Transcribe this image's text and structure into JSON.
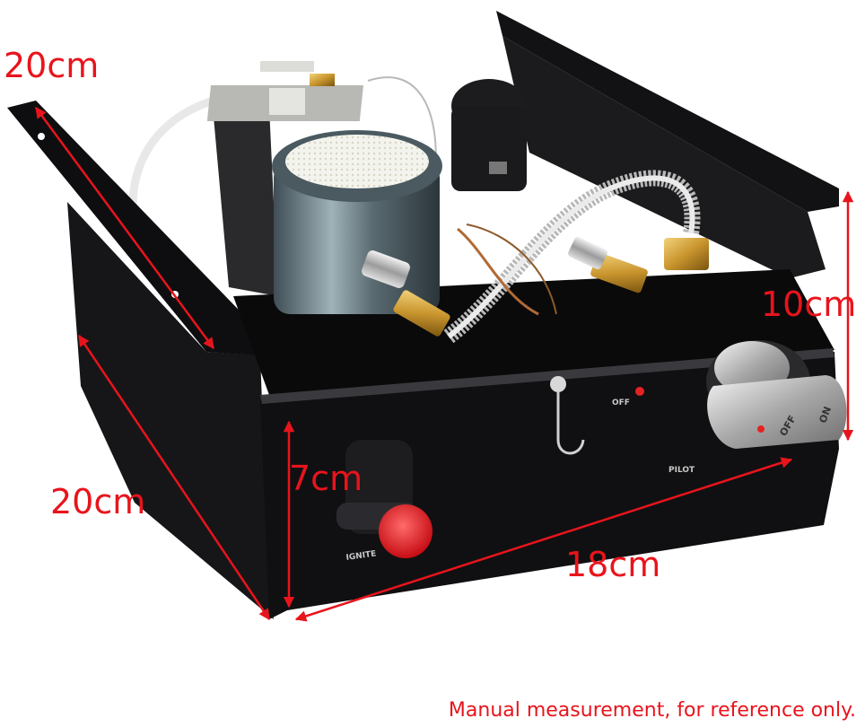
{
  "dimensions": {
    "top_left_depth": "20cm",
    "left_depth": "20cm",
    "width": "18cm",
    "height": "10cm",
    "panel_height": "7cm"
  },
  "panel_markings": {
    "valve_off": "OFF",
    "valve_on": "ON",
    "pilot": "PILOT",
    "off_marker": "OFF",
    "igniter": "IGNITE"
  },
  "note": "Manual measurement, for reference only.",
  "colors": {
    "annotation": "#e8141c",
    "box": "#0d0d0f",
    "brass": "#c9952e"
  }
}
